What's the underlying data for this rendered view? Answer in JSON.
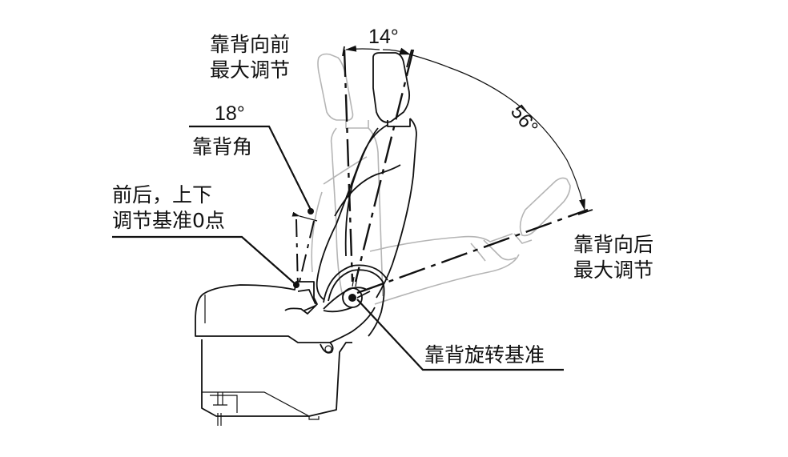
{
  "labels": {
    "forward_max": [
      "靠背向前",
      "最大调节"
    ],
    "forward_angle": "14°",
    "backward_angle": "56°",
    "backward_max": [
      "靠背向后",
      "最大调节"
    ],
    "backrest_angle_value": "18°",
    "backrest_angle_label": "靠背角",
    "zero_point": [
      "前后，上下",
      "调节基准0点"
    ],
    "pivot_reference": "靠背旋转基准"
  },
  "colors": {
    "ink": "#111111",
    "ghost": "#b5b5b5"
  }
}
